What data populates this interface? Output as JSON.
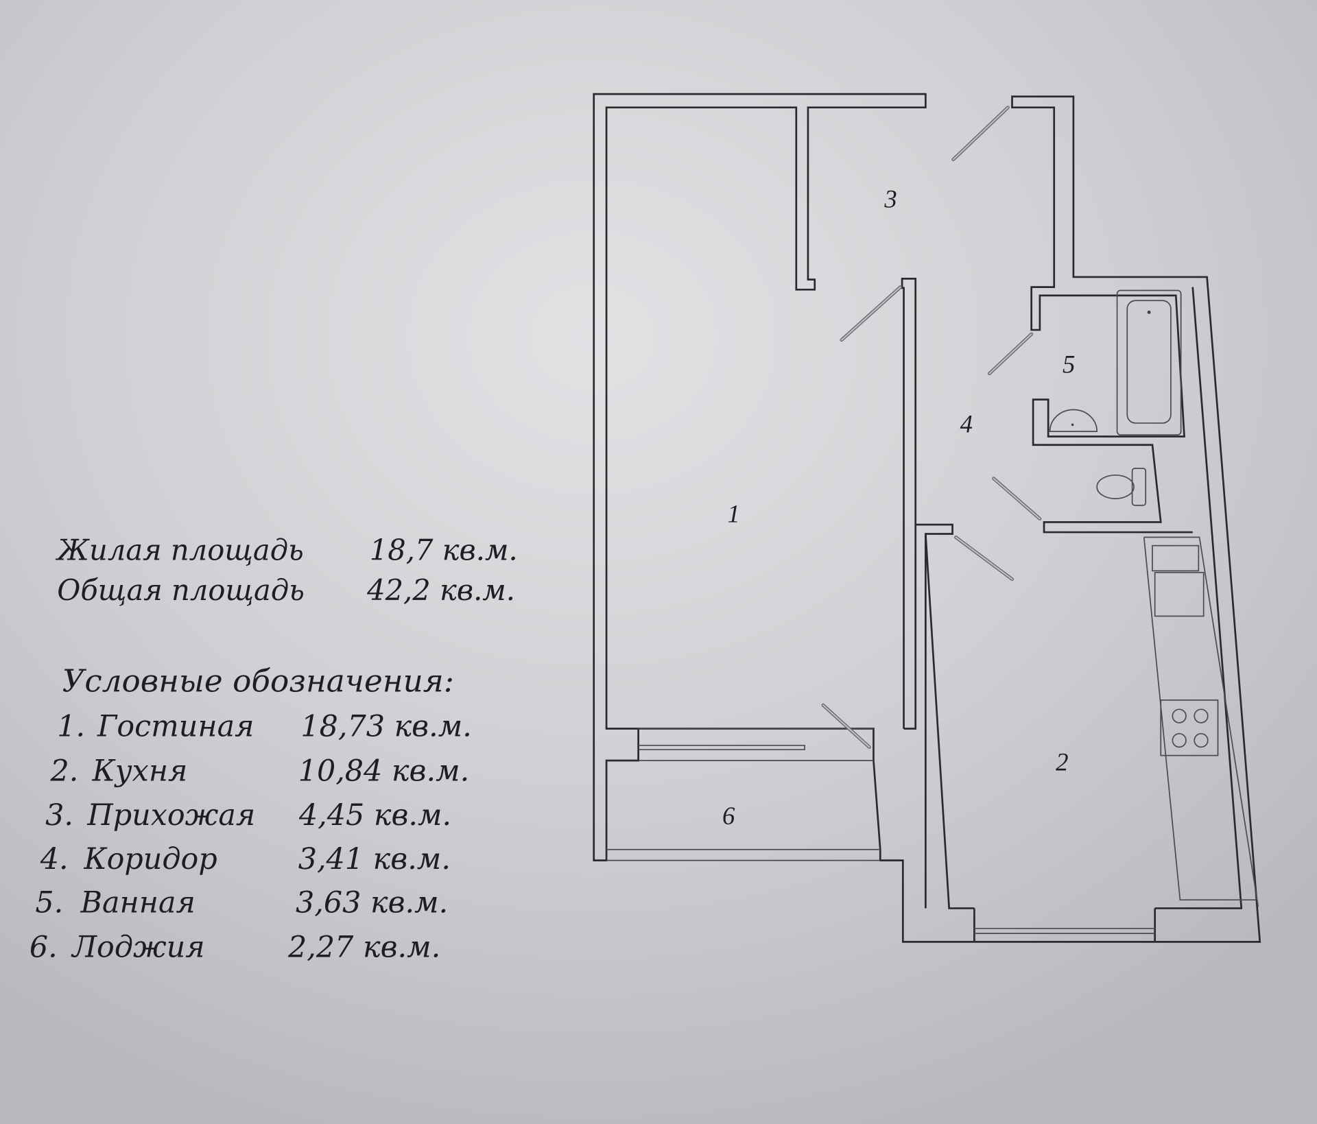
{
  "summary": {
    "living_area_label": "Жилая площадь",
    "living_area_value": "18,7 кв.м.",
    "total_area_label": "Общая площадь",
    "total_area_value": "42,2 кв.м."
  },
  "legend": {
    "title": "Условные обозначения:",
    "items": [
      {
        "num": "1.",
        "name": "Гостиная",
        "area": "18,73 кв.м."
      },
      {
        "num": "2.",
        "name": "Кухня",
        "area": "10,84 кв.м."
      },
      {
        "num": "3.",
        "name": "Прихожая",
        "area": "4,45 кв.м."
      },
      {
        "num": "4.",
        "name": "Коридор",
        "area": "3,41 кв.м."
      },
      {
        "num": "5.",
        "name": "Ванная",
        "area": "3,63 кв.м."
      },
      {
        "num": "6.",
        "name": "Лоджия",
        "area": "2,27 кв.м."
      }
    ]
  },
  "plan": {
    "room_labels": [
      "1",
      "2",
      "3",
      "4",
      "5",
      "6"
    ]
  },
  "colors": {
    "paper": "#c4c3c8",
    "ink": "#2a2a2e"
  }
}
